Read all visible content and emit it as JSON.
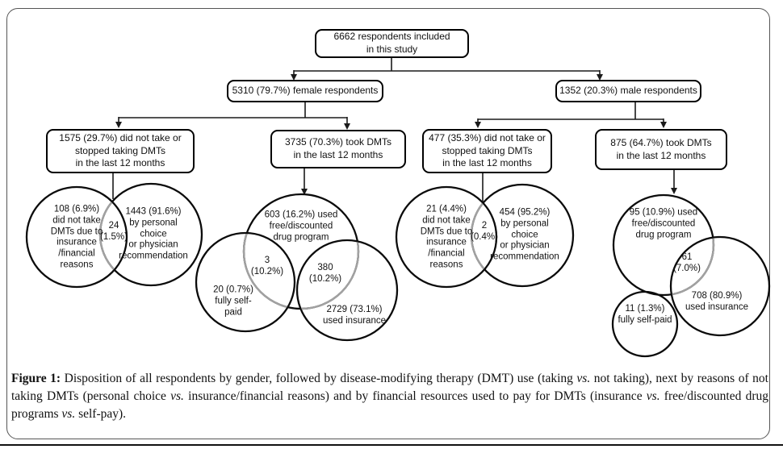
{
  "figure": {
    "boxes": {
      "root": "6662 respondents included\nin this study",
      "female": "5310 (79.7%) female respondents",
      "male": "1352 (20.3%) male respondents",
      "female_no_dmt": "1575 (29.7%) did not take or\nstopped taking DMTs\nin the last 12 months",
      "female_dmt": "3735 (70.3%) took DMTs\nin the last 12 months",
      "male_no_dmt": "477 (35.3%) did not take or\nstopped taking DMTs\nin the last 12 months",
      "male_dmt": "875 (64.7%) took DMTs\nin the last 12 months"
    },
    "venn": {
      "female_reasons": {
        "insurance": "108 (6.9%)\ndid not take\nDMTs due to\ninsurance\n/financial\nreasons",
        "overlap": "24\n(1.5%)",
        "personal": "1443 (91.6%)\nby personal\nchoice\nor physician\nrecommendation"
      },
      "female_payment": {
        "free_program": "603 (16.2%) used\nfree/discounted\ndrug program",
        "overlap_free_self": "3\n(10.2%)",
        "overlap_free_insurance": "380\n(10.2%)",
        "self_paid": "20 (0.7%)\nfully self-\npaid",
        "insurance": "2729 (73.1%)\nused insurance"
      },
      "male_reasons": {
        "insurance": "21 (4.4%)\ndid not take\nDMTs due to\ninsurance\n/financial\nreasons",
        "overlap": "2\n(0.4%)",
        "personal": "454 (95.2%)\nby personal\nchoice\nor physician\nrecommendation"
      },
      "male_payment": {
        "free_program": "95 (10.9%) used\nfree/discounted\ndrug program",
        "overlap_free_insurance": "61\n(7.0%)",
        "insurance": "708 (80.9%)\nused insurance",
        "self_paid": "11 (1.3%)\nfully self-paid"
      }
    }
  },
  "caption": {
    "label": "Figure 1:",
    "segments": [
      {
        "text": " Disposition of all respondents by gender, followed by disease-modifying therapy (DMT) use (taking ",
        "italic": false
      },
      {
        "text": "vs.",
        "italic": true
      },
      {
        "text": " not taking), next by reasons of not taking DMTs (personal choice ",
        "italic": false
      },
      {
        "text": "vs.",
        "italic": true
      },
      {
        "text": " insurance/financial reasons) and by financial resources used to pay for DMTs (insurance ",
        "italic": false
      },
      {
        "text": "vs.",
        "italic": true
      },
      {
        "text": " free/discounted drug programs ",
        "italic": false
      },
      {
        "text": "vs.",
        "italic": true
      },
      {
        "text": " self-pay).",
        "italic": false
      }
    ]
  }
}
